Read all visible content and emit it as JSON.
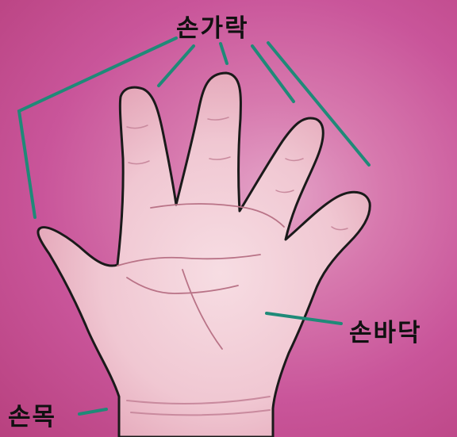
{
  "labels": {
    "fingers": "손가락",
    "palm": "손바닥",
    "wrist": "손목"
  },
  "colors": {
    "background": "#c64b92",
    "skin": "#f3d0d8",
    "skin_shadow": "#e6aab8",
    "outline": "#1a1a1a",
    "leader_line": "#1f8a78"
  }
}
